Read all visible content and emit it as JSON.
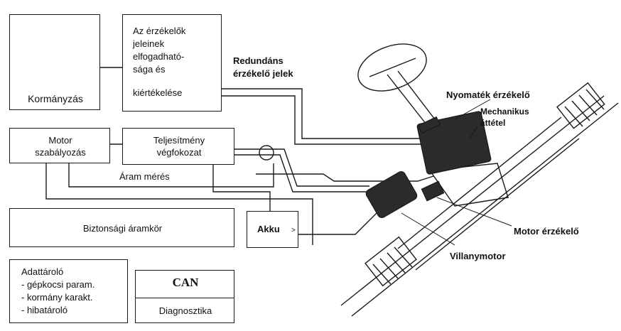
{
  "blocks": {
    "steering": {
      "label": "Kormányzás"
    },
    "evaluation": {
      "lines": [
        "Az érzékelők",
        "jeleinek",
        "elfogadható-",
        "sága és",
        "",
        "kiértékelése"
      ]
    },
    "motor_control": {
      "lines": [
        "Motor",
        "szabályozás"
      ]
    },
    "power_stage": {
      "lines": [
        "Teljesítmény",
        "végfokozat"
      ]
    },
    "safety_circuit": {
      "label": "Biztonsági áramkör"
    },
    "battery": {
      "label": "Akku",
      "mark": ">"
    },
    "data_storage": {
      "lines": [
        "Adattároló",
        "- gépkocsi param.",
        "- kormány karakt.",
        "- hibatároló"
      ]
    },
    "can": {
      "title": "CAN",
      "subtitle": "Diagnosztika"
    }
  },
  "labels": {
    "current_measurement": "Áram mérés",
    "redundant_signals": [
      "Redundáns",
      "érzékelő jelek"
    ],
    "torque_sensor": "Nyomaték érzékelő",
    "mechanical_gear": [
      "Mechanikus",
      "áttétel"
    ],
    "motor_sensor": "Motor érzékelő",
    "electric_motor": "Villanymotor"
  },
  "colors": {
    "ink": "#1a1a1a",
    "component_fill": "#2b2b2b",
    "background": "#ffffff"
  }
}
